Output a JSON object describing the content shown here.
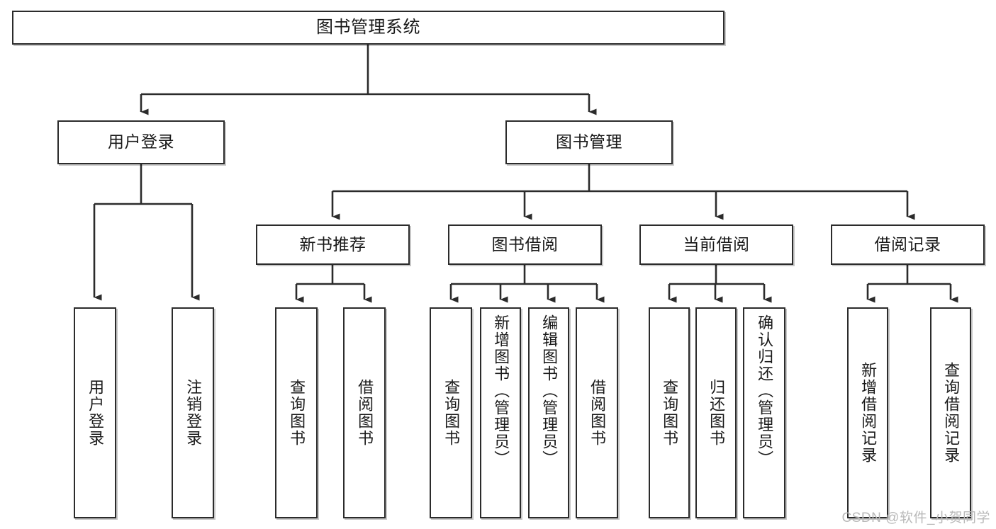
{
  "diagram": {
    "title": "图书管理系统",
    "type": "tree-hierarchy-chart",
    "colors": {
      "box_border": "#2b2b2b",
      "box_fill": "#ffffff",
      "edge": "#2b2b2b",
      "text": "#1a1a1a",
      "watermark": "#b9b9b9",
      "background": "#ffffff"
    },
    "watermark": "CSDN @软件_小贺同学"
  },
  "nodes": {
    "root": {
      "label": "图书管理系统"
    },
    "level2": [
      {
        "label": "用户登录"
      },
      {
        "label": "图书管理"
      }
    ],
    "level3": [
      {
        "label": "新书推荐"
      },
      {
        "label": "图书借阅"
      },
      {
        "label": "当前借阅"
      },
      {
        "label": "借阅记录"
      }
    ],
    "leaves": {
      "user_login": [
        {
          "label": "用户登录"
        },
        {
          "label": "注销登录"
        }
      ],
      "new_book_recommend": [
        {
          "label": "查询图书"
        },
        {
          "label": "借阅图书"
        }
      ],
      "book_borrow": [
        {
          "label": "查询图书"
        },
        {
          "label": "新增图书（管理员）"
        },
        {
          "label": "编辑图书（管理员）"
        },
        {
          "label": "借阅图书"
        }
      ],
      "current_borrow": [
        {
          "label": "查询图书"
        },
        {
          "label": "归还图书"
        },
        {
          "label": "确认归还（管理员）"
        }
      ],
      "borrow_record": [
        {
          "label": "新增借阅记录"
        },
        {
          "label": "查询借阅记录"
        }
      ]
    }
  },
  "chart_data": {
    "type": "tree",
    "title": "图书管理系统",
    "root": "图书管理系统",
    "edges": [
      [
        "图书管理系统",
        "用户登录"
      ],
      [
        "图书管理系统",
        "图书管理"
      ],
      [
        "用户登录",
        "用户登录"
      ],
      [
        "用户登录",
        "注销登录"
      ],
      [
        "图书管理",
        "新书推荐"
      ],
      [
        "图书管理",
        "图书借阅"
      ],
      [
        "图书管理",
        "当前借阅"
      ],
      [
        "图书管理",
        "借阅记录"
      ],
      [
        "新书推荐",
        "查询图书"
      ],
      [
        "新书推荐",
        "借阅图书"
      ],
      [
        "图书借阅",
        "查询图书"
      ],
      [
        "图书借阅",
        "新增图书（管理员）"
      ],
      [
        "图书借阅",
        "编辑图书（管理员）"
      ],
      [
        "图书借阅",
        "借阅图书"
      ],
      [
        "当前借阅",
        "查询图书"
      ],
      [
        "当前借阅",
        "归还图书"
      ],
      [
        "当前借阅",
        "确认归还（管理员）"
      ],
      [
        "借阅记录",
        "新增借阅记录"
      ],
      [
        "借阅记录",
        "查询借阅记录"
      ]
    ],
    "depth": 4
  }
}
